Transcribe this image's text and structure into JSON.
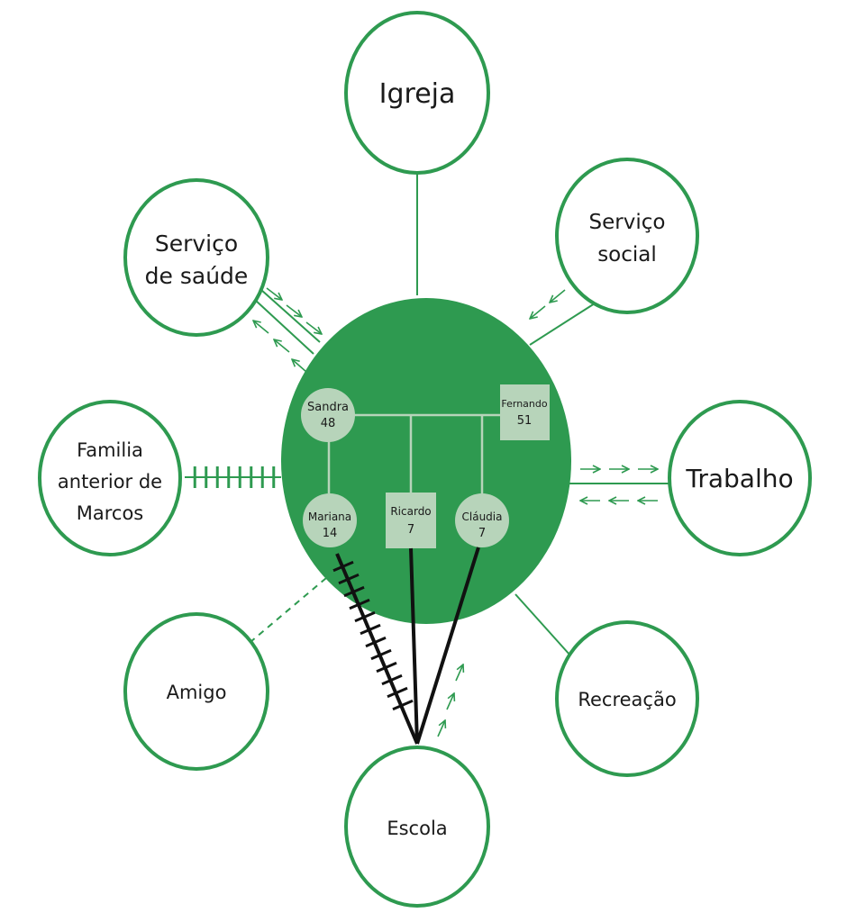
{
  "colors": {
    "green": "#2e9a50",
    "family_circle": "#2e9a50",
    "person_fill": "#b7d4ba",
    "outline": "#2e9a50",
    "strong_line": "#111111",
    "text": "#1a1a1a"
  },
  "systems": {
    "igreja": {
      "lines": [
        "Igreja"
      ]
    },
    "servico_saude": {
      "lines": [
        "Serviço",
        "de saúde"
      ]
    },
    "servico_social": {
      "lines": [
        "Serviço",
        "social"
      ]
    },
    "familia_anterior": {
      "lines": [
        "Familia",
        "anterior de",
        "Marcos"
      ]
    },
    "trabalho": {
      "lines": [
        "Trabalho"
      ]
    },
    "amigo": {
      "lines": [
        "Amigo"
      ]
    },
    "recreacao": {
      "lines": [
        "Recreação"
      ]
    },
    "escola": {
      "lines": [
        "Escola"
      ]
    }
  },
  "family": {
    "sandra": {
      "name": "Sandra",
      "age": "48",
      "shape": "circle"
    },
    "fernando": {
      "name": "Fernando",
      "age": "51",
      "shape": "square"
    },
    "mariana": {
      "name": "Mariana",
      "age": "14",
      "shape": "circle"
    },
    "ricardo": {
      "name": "Ricardo",
      "age": "7",
      "shape": "square"
    },
    "claudia": {
      "name": "Cláudia",
      "age": "7",
      "shape": "circle"
    }
  }
}
